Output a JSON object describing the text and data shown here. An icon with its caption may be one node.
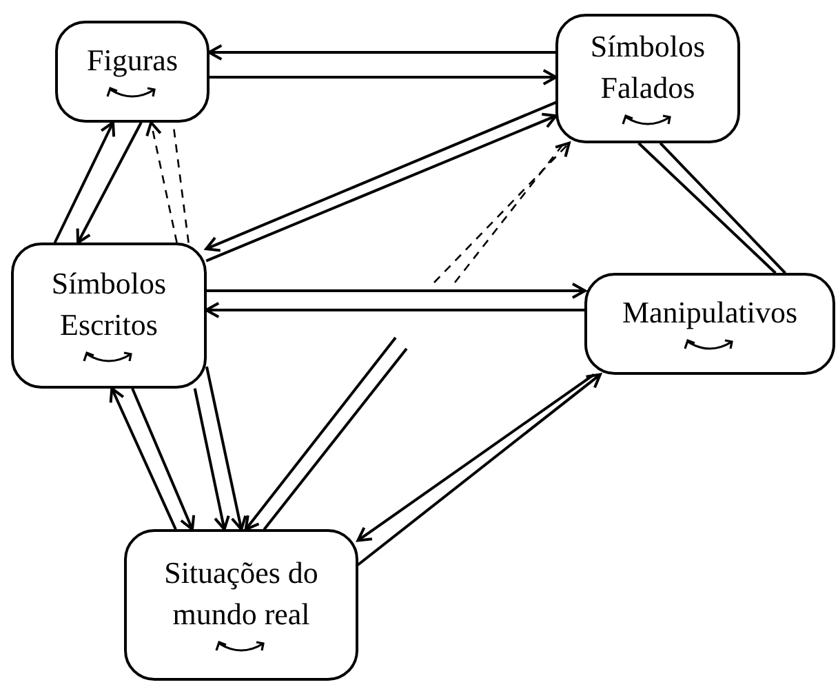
{
  "diagram": {
    "nodes": [
      {
        "text": [
          "Figuras"
        ]
      },
      {
        "text": [
          "Símbolos Falados"
        ]
      },
      {
        "text": [
          "Símbolos Escritos"
        ]
      },
      {
        "text": [
          "Manipulativos"
        ]
      },
      {
        "text": [
          "Situações do mundo real"
        ]
      }
    ],
    "edges": [
      {
        "from": 1,
        "to": 0,
        "arrow": "to"
      },
      {
        "from": 0,
        "to": 1,
        "arrow": "to"
      },
      {
        "from": 2,
        "to": 0,
        "arrow": "to"
      },
      {
        "from": 0,
        "to": 2,
        "arrow": "to"
      },
      {
        "from": 2,
        "to": 0,
        "arrow": "to",
        "style": "dashed"
      },
      {
        "from": 2,
        "to": 0,
        "arrow": "none",
        "style": "dashed"
      },
      {
        "from": 1,
        "to": 2,
        "arrow": "to"
      },
      {
        "from": 2,
        "to": 1,
        "arrow": "to"
      },
      {
        "from": null,
        "to": 1,
        "arrow": "to",
        "style": "dashed"
      },
      {
        "from": null,
        "to": 1,
        "arrow": "none",
        "style": "dashed"
      },
      {
        "from": 1,
        "to": 3,
        "arrow": "none"
      },
      {
        "from": 1,
        "to": 3,
        "arrow": "none"
      },
      {
        "from": 2,
        "to": 3,
        "arrow": "to"
      },
      {
        "from": 3,
        "to": 2,
        "arrow": "to"
      },
      {
        "from": 4,
        "to": 2,
        "arrow": "to"
      },
      {
        "from": 2,
        "to": 4,
        "arrow": "to"
      },
      {
        "from": 2,
        "to": 4,
        "arrow": "to"
      },
      {
        "from": 2,
        "to": 4,
        "arrow": "to"
      },
      {
        "from": null,
        "to": 4,
        "arrow": "to"
      },
      {
        "from": null,
        "to": 4,
        "arrow": "none"
      },
      {
        "from": 3,
        "to": 4,
        "arrow": "to"
      },
      {
        "from": 4,
        "to": 3,
        "arrow": "to"
      }
    ]
  }
}
